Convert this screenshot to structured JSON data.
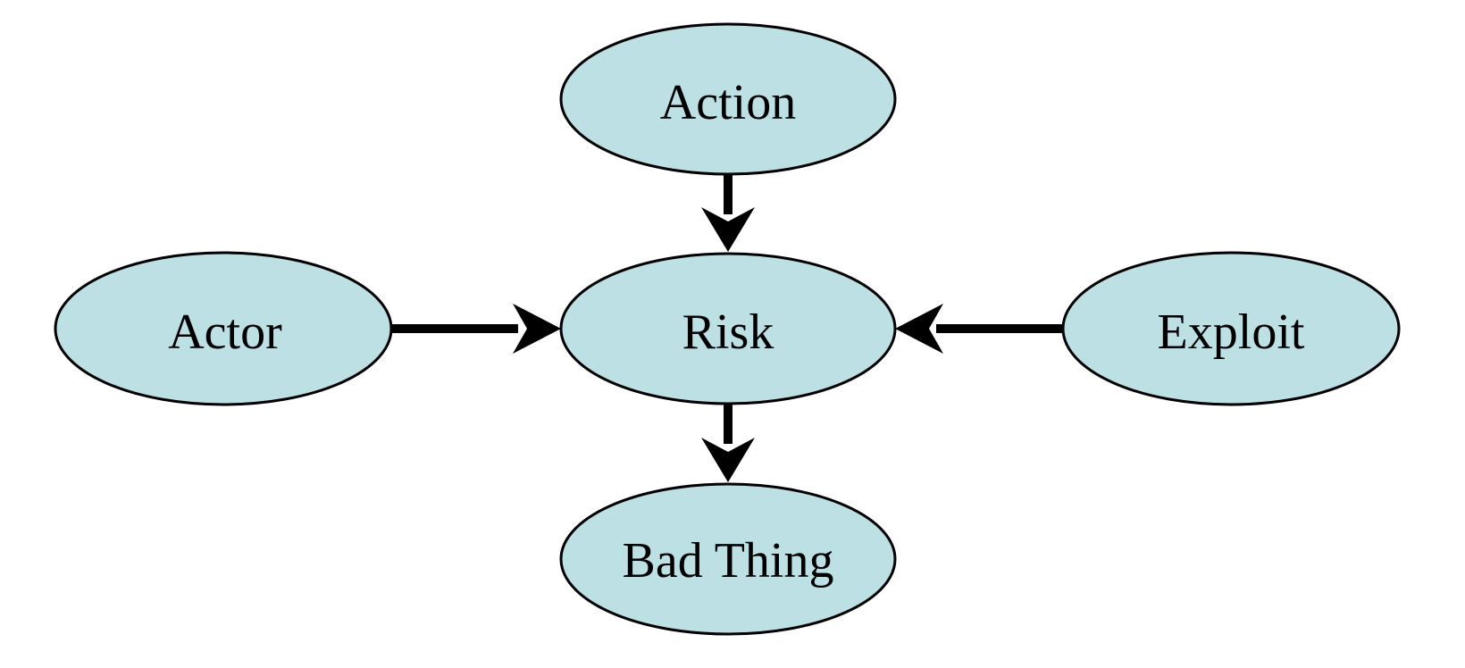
{
  "diagram": {
    "node_fill": "#bde0e4",
    "edge_color": "#000000",
    "nodes": {
      "action": {
        "label": "Action"
      },
      "actor": {
        "label": "Actor"
      },
      "risk": {
        "label": "Risk"
      },
      "exploit": {
        "label": "Exploit"
      },
      "bad_thing": {
        "label": "Bad Thing"
      }
    },
    "edges": [
      {
        "from": "action",
        "to": "risk"
      },
      {
        "from": "actor",
        "to": "risk"
      },
      {
        "from": "exploit",
        "to": "risk"
      },
      {
        "from": "risk",
        "to": "bad_thing"
      }
    ]
  }
}
